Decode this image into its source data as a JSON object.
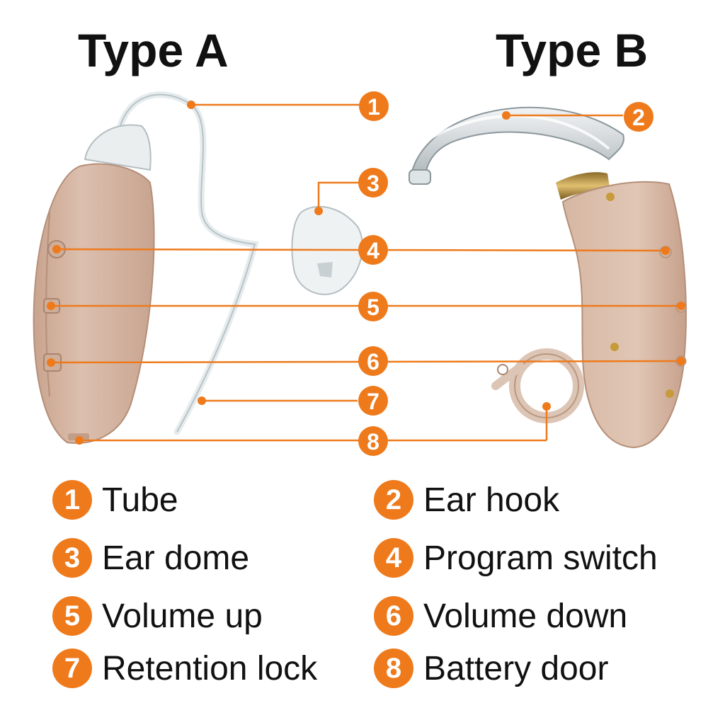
{
  "titles": {
    "type_a": "Type A",
    "type_b": "Type B"
  },
  "colors": {
    "accent": "#ee7a1c",
    "device_beige": "#d9b9a6",
    "text": "#111111"
  },
  "callouts": [
    {
      "num": "1"
    },
    {
      "num": "2"
    },
    {
      "num": "3"
    },
    {
      "num": "4"
    },
    {
      "num": "5"
    },
    {
      "num": "6"
    },
    {
      "num": "7"
    },
    {
      "num": "8"
    }
  ],
  "legend": [
    {
      "num": "1",
      "label": "Tube"
    },
    {
      "num": "2",
      "label": "Ear hook"
    },
    {
      "num": "3",
      "label": "Ear dome"
    },
    {
      "num": "4",
      "label": "Program switch"
    },
    {
      "num": "5",
      "label": "Volume up"
    },
    {
      "num": "6",
      "label": "Volume down"
    },
    {
      "num": "7",
      "label": "Retention lock"
    },
    {
      "num": "8",
      "label": "Battery door"
    }
  ]
}
